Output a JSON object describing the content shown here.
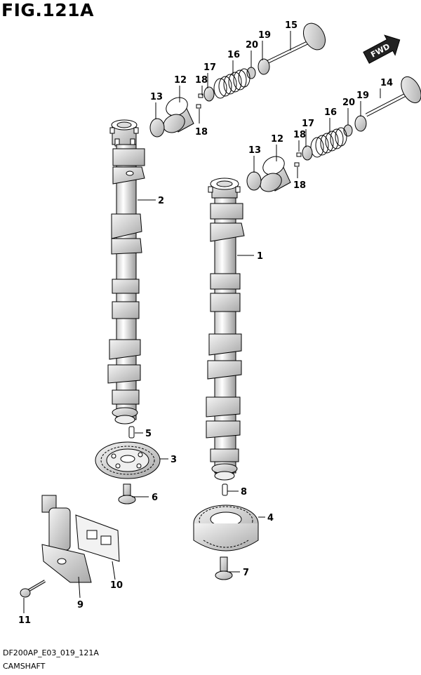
{
  "figure": {
    "title": "FIG.121A",
    "code": "DF200AP_E03_019_121A",
    "caption": "CAMSHAFT",
    "fwd_label": "FWD"
  },
  "callouts": {
    "c1": "1",
    "c2": "2",
    "c3": "3",
    "c4": "4",
    "c5": "5",
    "c6": "6",
    "c7": "7",
    "c8": "8",
    "c9": "9",
    "c10": "10",
    "c11": "11",
    "c12a": "12",
    "c12b": "12",
    "c13a": "13",
    "c13b": "13",
    "c14": "14",
    "c15": "15",
    "c16a": "16",
    "c16b": "16",
    "c17a": "17",
    "c17b": "17",
    "c18a": "18",
    "c18b": "18",
    "c18c": "18",
    "c18d": "18",
    "c19a": "19",
    "c19b": "19",
    "c20a": "20",
    "c20b": "20"
  }
}
